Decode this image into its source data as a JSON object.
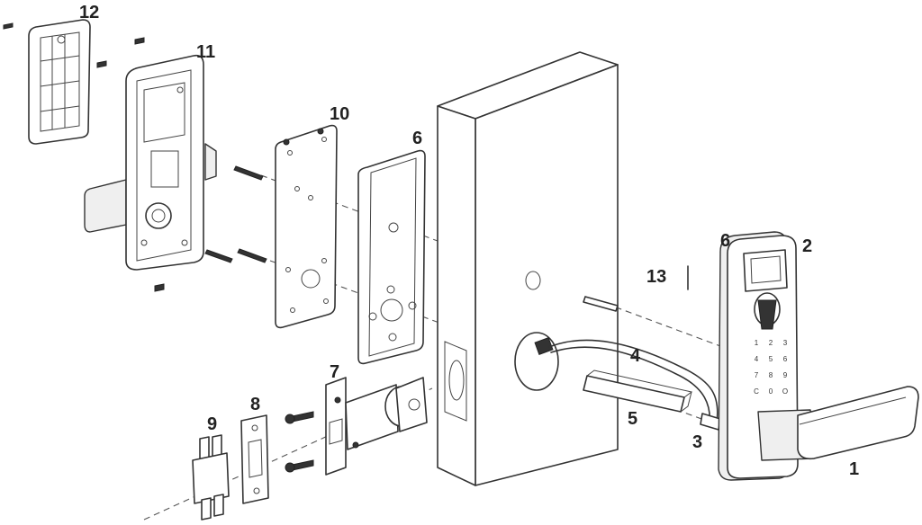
{
  "diagram": {
    "labels": {
      "l1": "1",
      "l2": "2",
      "l3": "3",
      "l4": "4",
      "l5": "5",
      "l6a": "6",
      "l6b": "6",
      "l7": "7",
      "l8": "8",
      "l9": "9",
      "l10": "10",
      "l11": "11",
      "l12": "12",
      "l13": "13"
    },
    "keypad": [
      "1",
      "2",
      "3",
      "4",
      "5",
      "6",
      "7",
      "8",
      "9",
      "C",
      "0",
      "O"
    ],
    "colors": {
      "ink": "#333333",
      "background": "#ffffff",
      "panel_shade": "#efefef"
    }
  }
}
